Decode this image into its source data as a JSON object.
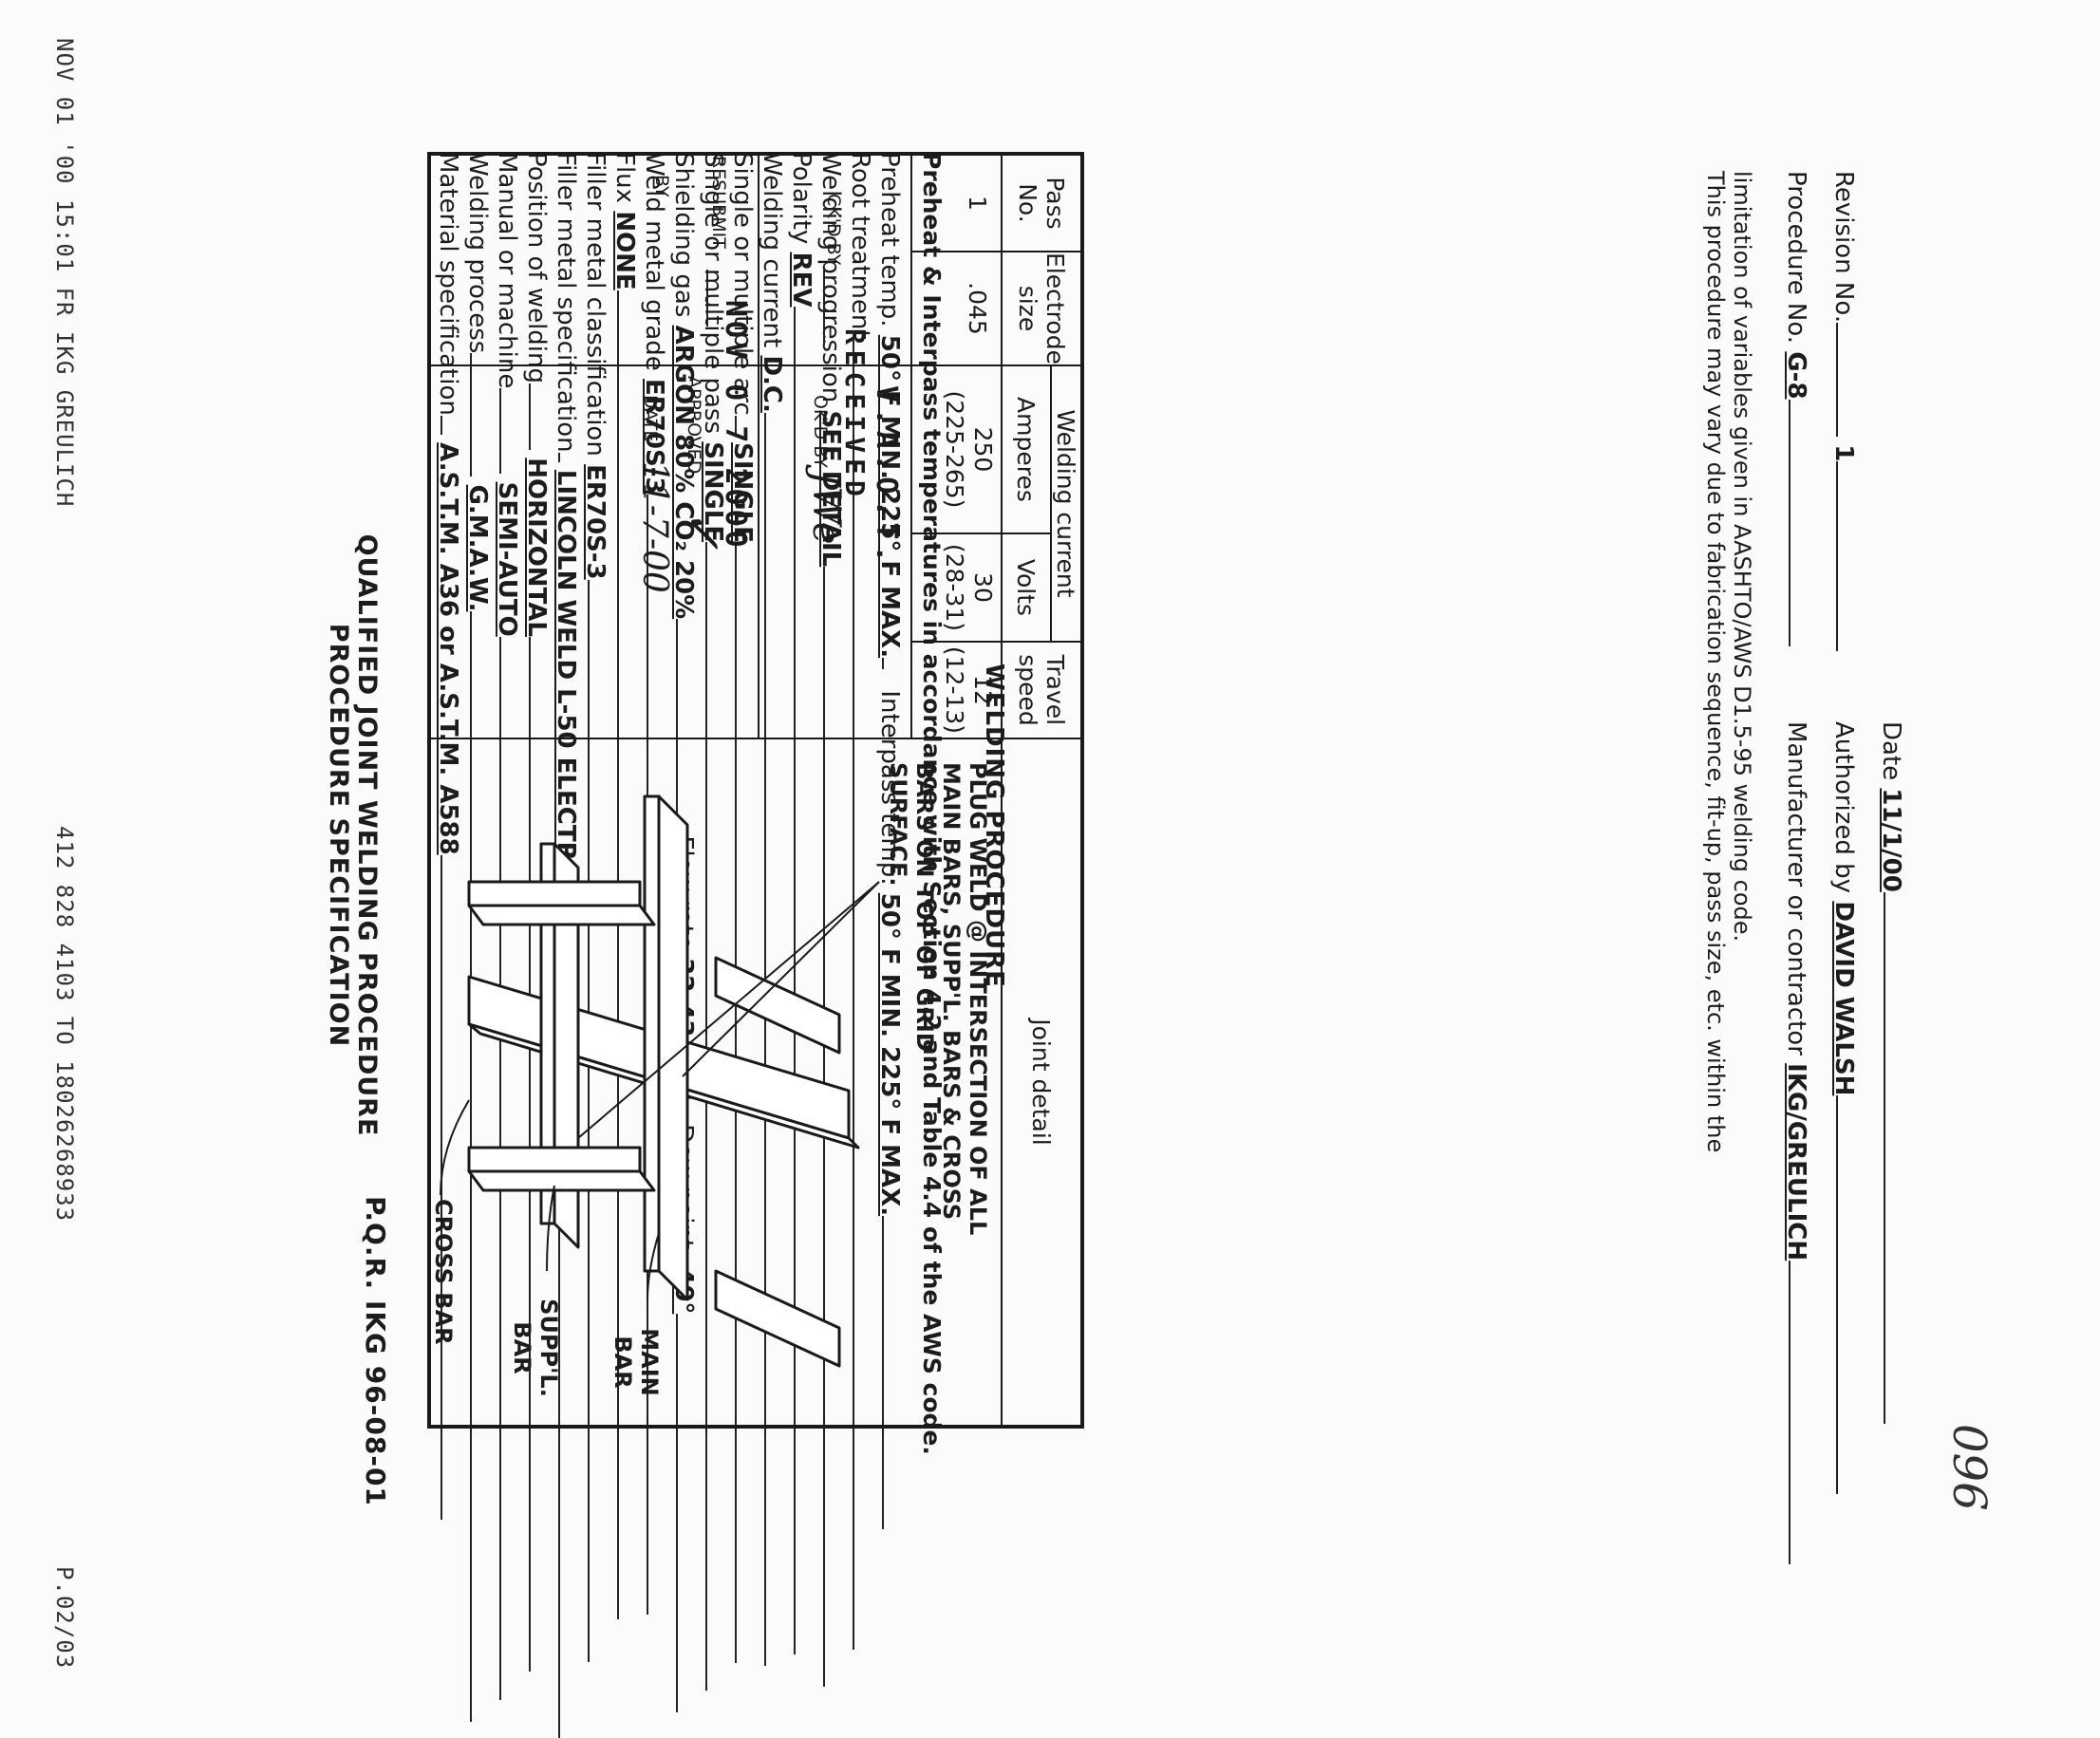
{
  "fax_header": {
    "left": "NOV 01 '00 15:01 FR IKG GREULICH",
    "middle": "412 828 4103 TO 18026268933",
    "right": "P.02/03"
  },
  "title_line1": "QUALIFIED JOINT WELDING PROCEDURE",
  "title_line2": "PROCEDURE SPECIFICATION",
  "pqr": "P.Q.R. IKG 96-08-01",
  "fields": {
    "material_label": "Material specification",
    "material_value": "A.S.T.M. A36 or A.S.T.M. A588",
    "process_label": "Welding process",
    "process_value": "G.M.A.W.",
    "manual_label": "Manual or machine",
    "manual_value": "SEMI-AUTO",
    "position_label": "Position of welding",
    "position_value": "HORIZONTAL",
    "filler_spec_label": "Filler metal specification",
    "filler_spec_value": "LINCOLN WELD L-50 ELECTRODE A5.18",
    "filler_class_label": "Filler metal classification",
    "filler_class_value": "ER70S-3",
    "flux_label": "Flux",
    "flux_value": "NONE",
    "weld_grade_label": "Weld metal grade",
    "weld_grade_value": "ER70S-3",
    "gas_label": "Shielding gas",
    "gas_value": "ARGON 80% CO₂ 20%",
    "flow_label": "Flow rate",
    "flow_value": "32-43 CFH",
    "dew_label": "Dew point",
    "dew_value": "-40°",
    "pass_label": "Single or multiple pass",
    "pass_value": "SINGLE",
    "arc_label": "Single or multiple arc",
    "arc_value": "SINGLE",
    "current_label": "Welding current",
    "current_value": "D.C.",
    "polarity_label": "Polarity",
    "polarity_value": "REV",
    "progression_label": "Welding progression",
    "progression_value": "SEE DETAIL",
    "root_label": "Root treatment",
    "preheat_label": "Preheat temp.",
    "preheat_value": "50° F MIN. 225° F MAX.",
    "interpass_label": "Interpass temp.",
    "interpass_value": "50° F MIN. 225° F MAX."
  },
  "note_preheat": "Preheat & Interpass temperatures in accordance with Section 4.2 and Table 4.4 of the AWS code.",
  "section_title": "WELDING PROCEDURE",
  "table": {
    "h_pass": "Pass No.",
    "h_electrode": "Electrode size",
    "h_welding_current": "Welding current",
    "h_amperes": "Amperes",
    "h_volts": "Volts",
    "h_travel": "Travel speed",
    "h_joint": "Joint detail",
    "r_pass": "1",
    "r_electrode": ".045",
    "r_amp1": "250",
    "r_amp2": "(225-265)",
    "r_volt1": "30",
    "r_volt2": "(28-31)",
    "r_travel1": "12",
    "r_travel2": "(12-13)",
    "ckd_by": "CK'D BY",
    "okd_by": "OK'D BY",
    "resubmit": "RESUBMIT",
    "by": "BY",
    "approved": "APPROVED",
    "date": "DATE"
  },
  "stamp": {
    "line1": "V.A.O.T.",
    "line2": "RECEIVED",
    "line3": "NOV 0 7 2000",
    "initials": "JWe",
    "date_hand": "11-7-00",
    "check": "✓"
  },
  "detail": {
    "note_line1": "PLUG WELD @ INTERSECTION OF ALL",
    "note_line2": "MAIN BARS, SUPP'L. BARS & CROSS",
    "note_line3": "BARS ON TOP OF GRID",
    "note_line4": "SURFACE.",
    "main_bar": "MAIN BAR",
    "suppl_bar": "SUPP'L. BAR",
    "cross_bar": "CROSS BAR"
  },
  "footer": {
    "note1": "This procedure may vary due to fabrication sequence, fit-up, pass size, etc. within the",
    "note2": "limitation of variables given in AASHTO/AWS D1.5-95 welding code.",
    "procedure_label": "Procedure No.",
    "procedure_value": "G-8",
    "manufacturer_label": "Manufacturer or contractor",
    "manufacturer_value": "IKG/GREULICH",
    "revision_label": "Revision No.",
    "revision_value": "1",
    "authorized_label": "Authorized by",
    "authorized_value": "DAVID WALSH",
    "date_label": "Date",
    "date_value": "11/1/00",
    "page_mark": "096"
  }
}
